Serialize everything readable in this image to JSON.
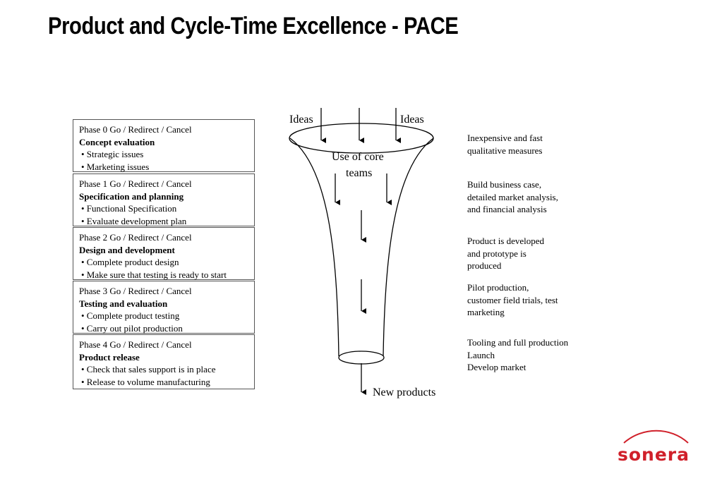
{
  "title": "Product and Cycle-Time Excellence - PACE",
  "phases": [
    {
      "header": "Phase 0  Go / Redirect / Cancel",
      "name": "Concept evaluation",
      "bullets": [
        "• Strategic issues",
        "• Marketing issues"
      ]
    },
    {
      "header": "Phase 1  Go / Redirect / Cancel",
      "name": "Specification and planning",
      "bullets": [
        "• Functional Specification",
        "• Evaluate development plan"
      ]
    },
    {
      "header": "Phase 2  Go / Redirect / Cancel",
      "name": "Design and development",
      "bullets": [
        "• Complete product design",
        "• Make sure that testing is ready to start"
      ]
    },
    {
      "header": "Phase 3  Go / Redirect / Cancel",
      "name": "Testing and evaluation",
      "bullets": [
        "• Complete product testing",
        "• Carry out pilot production"
      ]
    },
    {
      "header": "Phase 4  Go / Redirect / Cancel",
      "name": "Product release",
      "bullets": [
        "• Check that sales support is in place",
        "• Release to volume manufacturing"
      ]
    }
  ],
  "funnel": {
    "ideas_left": "Ideas",
    "ideas_right": "Ideas",
    "core_line1": "Use of core",
    "core_line2": "teams",
    "output": "New products"
  },
  "descriptions": [
    [
      "Inexpensive and fast",
      "qualitative measures"
    ],
    [
      "Build business case,",
      "detailed market analysis,",
      "and financial analysis"
    ],
    [
      "Product is developed",
      "and prototype is",
      "produced"
    ],
    [
      "Pilot production,",
      "customer field trials, test",
      "marketing"
    ],
    [
      "Tooling and full production",
      "Launch",
      "Develop market"
    ]
  ],
  "logo": "sonera",
  "colors": {
    "logo": "#d0202a",
    "box_border": "#555555"
  }
}
